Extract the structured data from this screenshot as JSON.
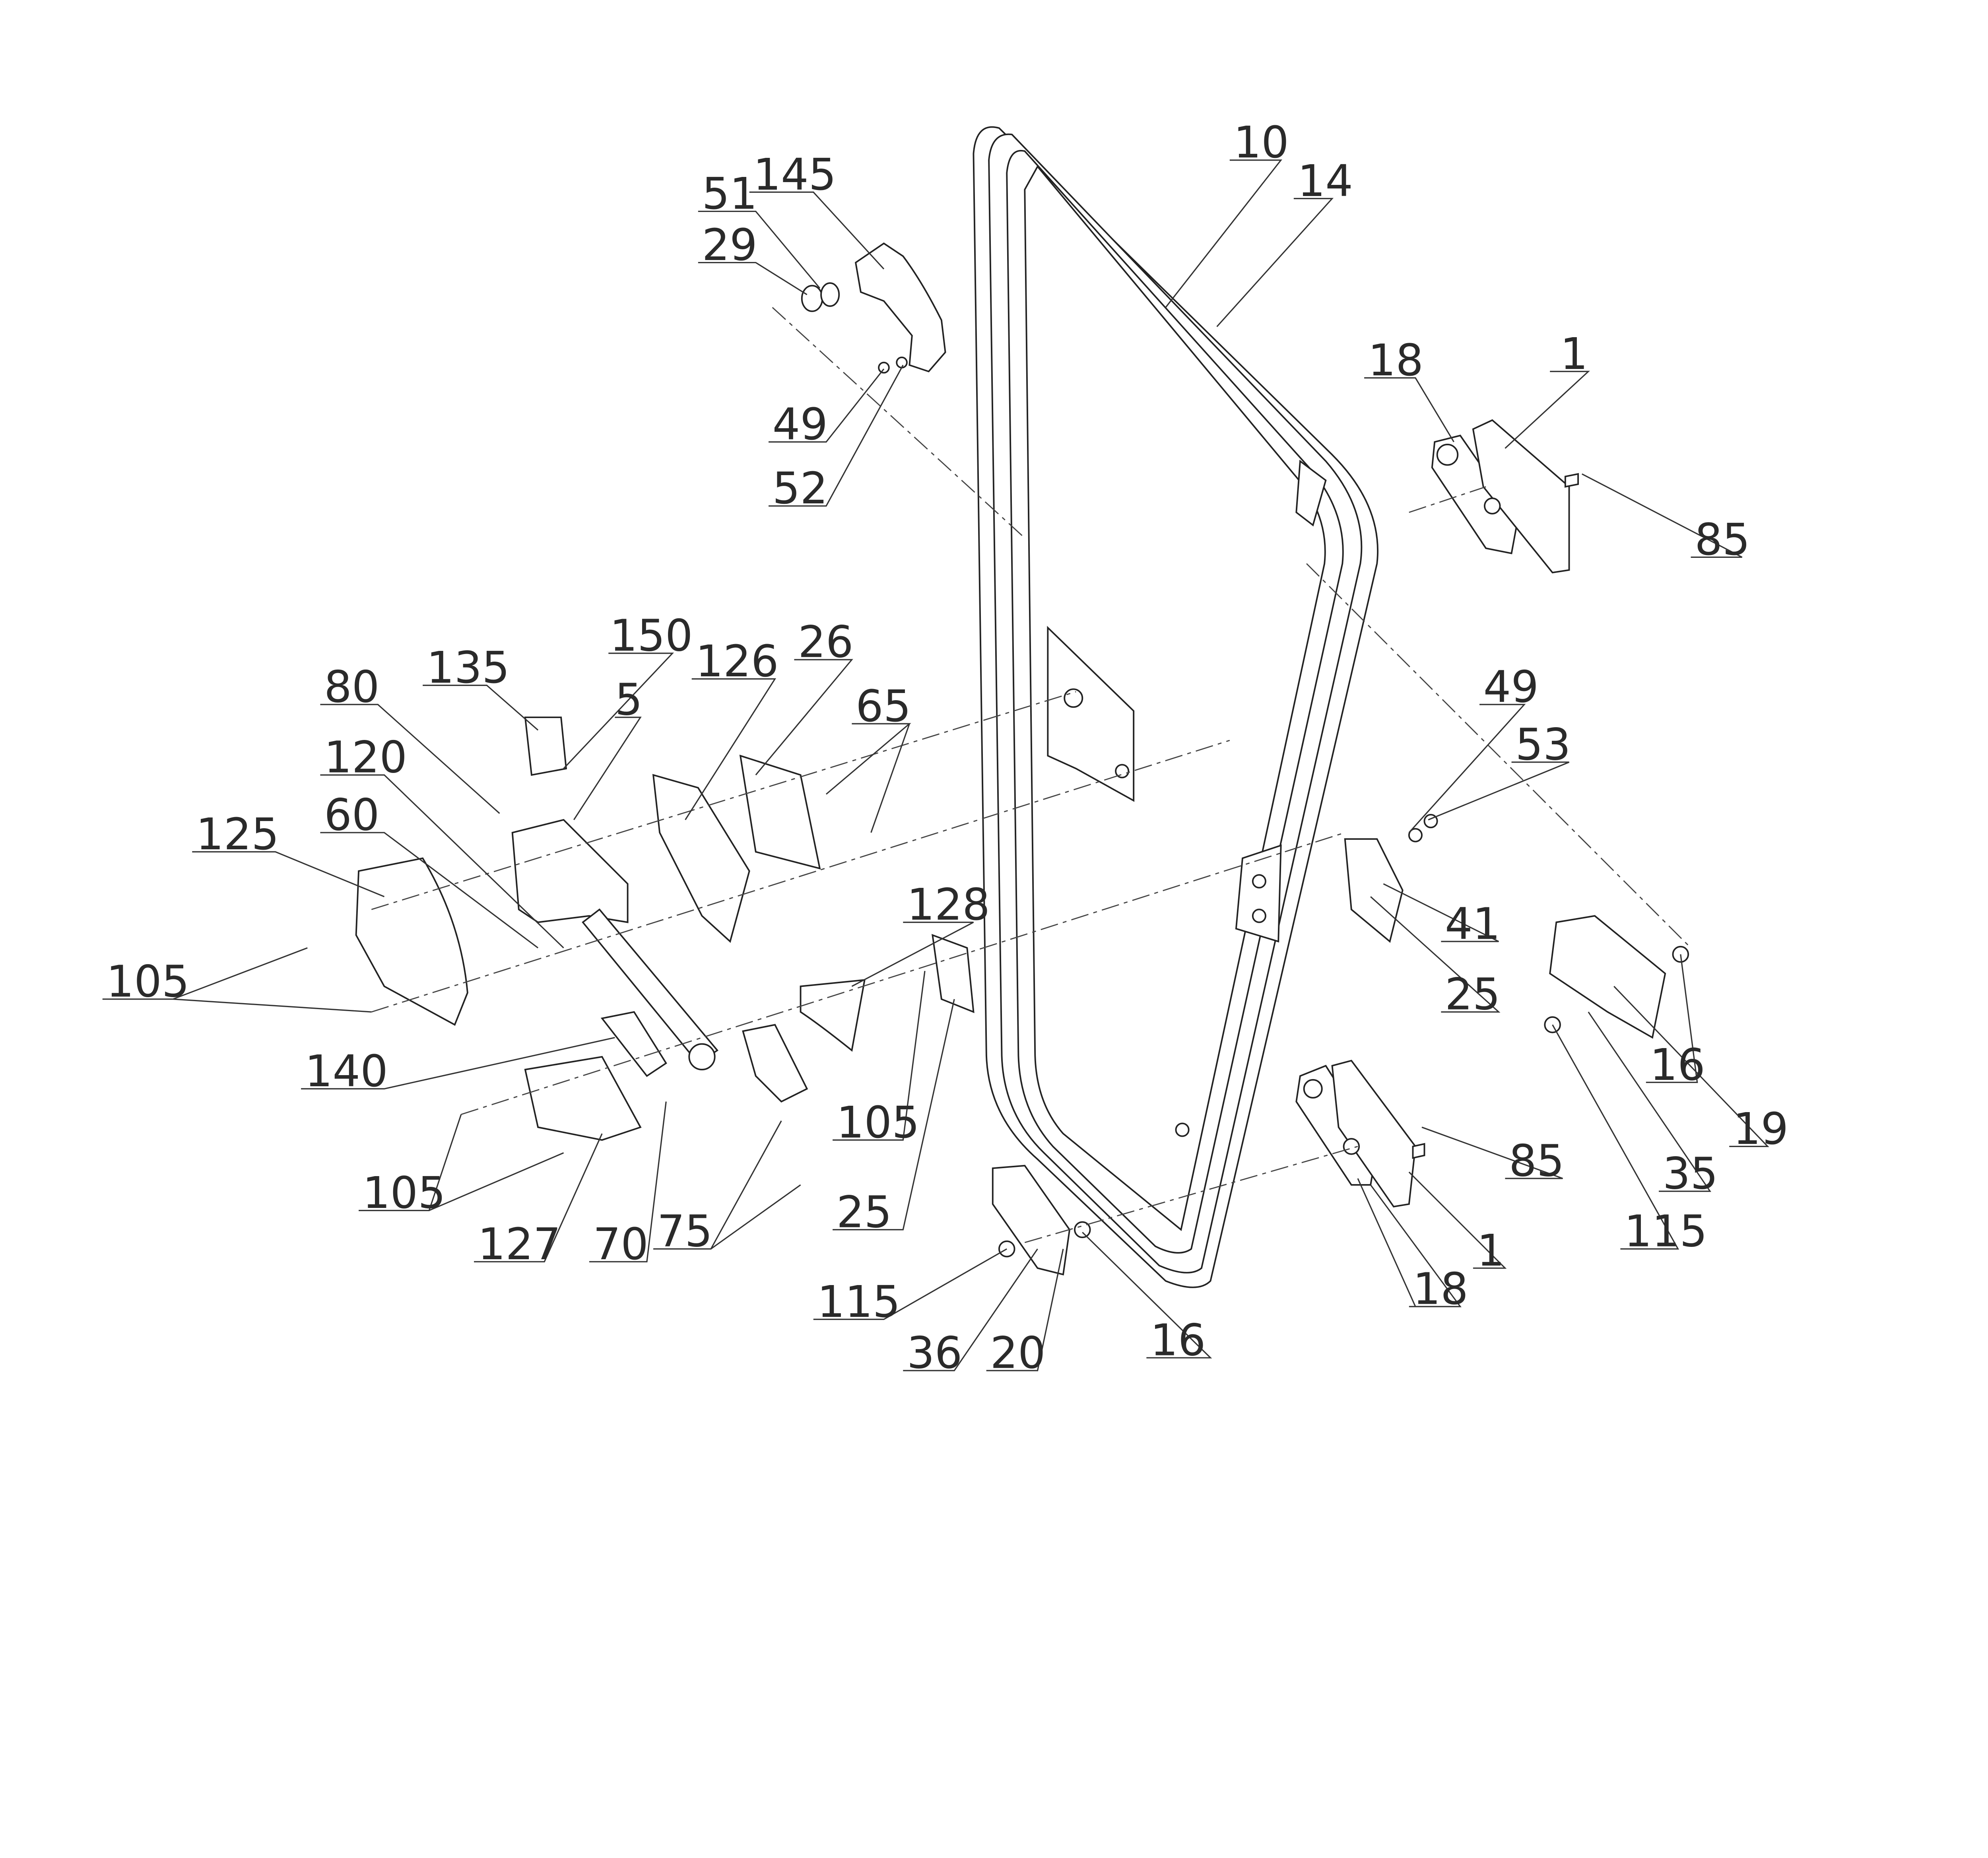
{
  "diagram": {
    "type": "exploded-parts-drawing",
    "labels": {
      "l145": "145",
      "l51": "51",
      "l29": "29",
      "l49a": "49",
      "l52": "52",
      "l10": "10",
      "l14": "14",
      "l18a": "18",
      "l1a": "1",
      "l85a": "85",
      "l150": "150",
      "l135": "135",
      "l126": "126",
      "l26": "26",
      "l65": "65",
      "l80": "80",
      "l120": "120",
      "l5": "5",
      "l125": "125",
      "l60": "60",
      "l105a": "105",
      "l49b": "49",
      "l53": "53",
      "l41": "41",
      "l25a": "25",
      "l128": "128",
      "l140": "140",
      "l105b": "105",
      "l25b": "25",
      "l16a": "16",
      "l19": "19",
      "l35": "35",
      "l115a": "115",
      "l85b": "85",
      "l1b": "1",
      "l18b": "18",
      "l105c": "105",
      "l127": "127",
      "l70": "70",
      "l75": "75",
      "l115b": "115",
      "l36": "36",
      "l20": "20",
      "l16b": "16"
    }
  }
}
